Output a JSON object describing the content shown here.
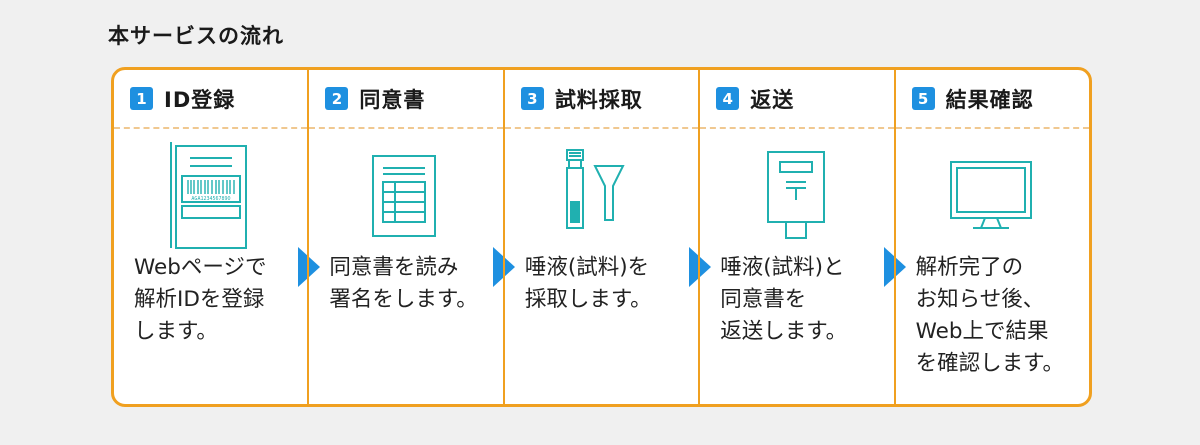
{
  "page": {
    "title": "本サービスの流れ"
  },
  "steps": [
    {
      "num": "1",
      "title": "ID登録",
      "icon": "id-card-icon",
      "desc": "Webページで\n解析IDを登録\nします。",
      "barcode_text": "AGA123456789O"
    },
    {
      "num": "2",
      "title": "同意書",
      "icon": "document-icon",
      "desc": "同意書を読み\n署名をします。"
    },
    {
      "num": "3",
      "title": "試料採取",
      "icon": "sample-tube-icon",
      "desc": "唾液(試料)を\n採取します。"
    },
    {
      "num": "4",
      "title": "返送",
      "icon": "mailbox-icon",
      "desc": "唾液(試料)と\n同意書を\n返送します。"
    },
    {
      "num": "5",
      "title": "結果確認",
      "icon": "monitor-icon",
      "desc": "解析完了の\nお知らせ後、\nWeb上で結果\nを確認します。"
    }
  ],
  "colors": {
    "accent": "#f0a020",
    "step_badge": "#1e90e0",
    "icon_line": "#20b0b0",
    "arrow": "#1e90e0"
  }
}
